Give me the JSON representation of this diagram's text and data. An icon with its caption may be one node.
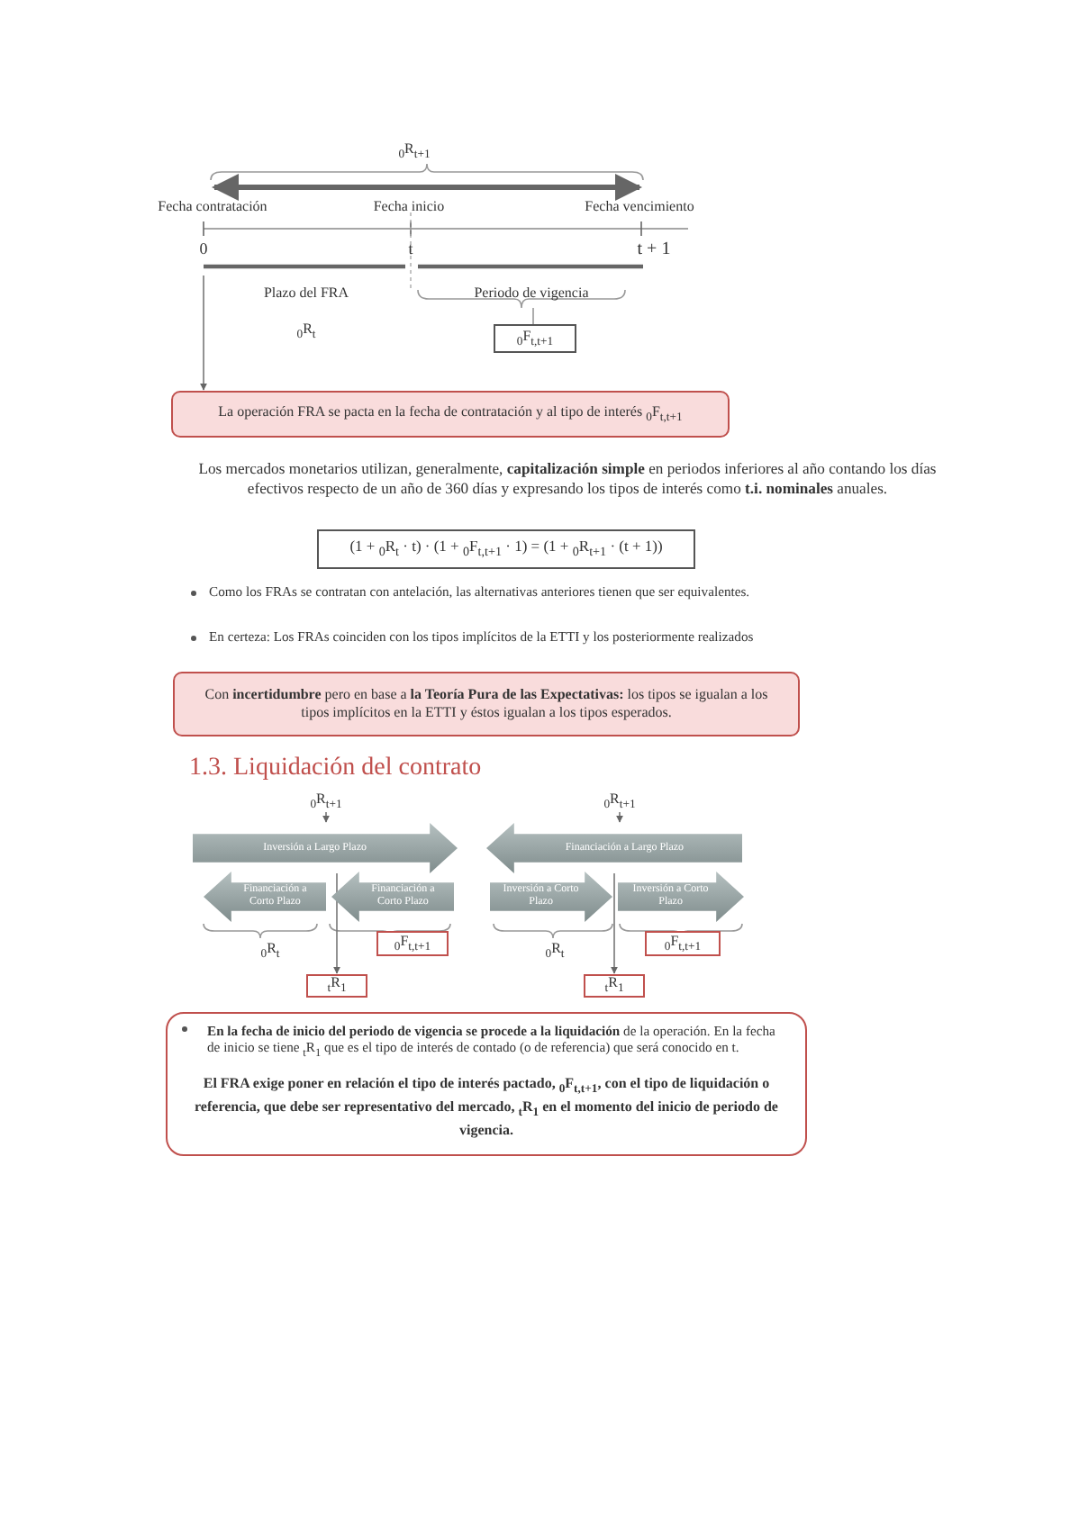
{
  "diagram": {
    "nodes": [
      {
        "text": [
          "$_{0}$F$_{t,t+1}$"
        ]
      },
      {
        "text": [
          "La operación FRA se pacta en la fecha de contratación y al tipo de interés $_{0}$F$_{t,t+1}$"
        ]
      },
      {
        "text": [
          "(1 + $_{0}$R$_{t}$ · t) · (1 + $_{0}$F$_{t,t+1}$ · 1) = (1 + $_{0}$R$_{t+1}$ · (t + 1))"
        ]
      },
      {
        "text": [
          "Con **incertidumbre** pero en base a **la Teoría Pura de las Expectativas:** los tipos se igualan a los tipos implícitos en la ETTI y éstos igualan a los tipos esperados."
        ]
      },
      {
        "text": [
          "$_{0}$R$_{t+1}$"
        ]
      },
      {
        "text": [
          "Inversión a Largo Plazo"
        ]
      },
      {
        "text": [
          "Financiación a Corto Plazo"
        ]
      },
      {
        "text": [
          "Financiación a Corto Plazo"
        ]
      },
      {
        "text": [
          "$_{0}$F$_{t,t+1}$"
        ]
      },
      {
        "text": [
          "$_{t}$R$_{1}$"
        ]
      },
      {
        "text": [
          "$_{0}$R$_{t+1}$"
        ]
      },
      {
        "text": [
          "Financiación a Largo Plazo"
        ]
      },
      {
        "text": [
          "Inversión a Corto Plazo"
        ]
      },
      {
        "text": [
          "Inversión a Corto Plazo"
        ]
      },
      {
        "text": [
          "$_{0}$F$_{t,t+1}$"
        ]
      },
      {
        "text": [
          "$_{t}$R$_{1}$"
        ]
      },
      {
        "text": [
          "**En la fecha de inicio del periodo de vigencia se procede a la liquidación** de la operación. En la fecha de inicio se tiene $_{t}$R$_{1}$ que es el tipo de interés de contado (o de referencia) que será conocido en t.",
          "El FRA exige poner en relación el tipo de interés pactado, $_{0}$F$_{t,t+1}$, con el tipo de liquidación o referencia, que debe ser representativo del mercado, $_{t}$R$_{1}$ en el momento del inicio de periodo de vigencia."
        ]
      }
    ],
    "edges": [
      {
        "from": null,
        "to": 1,
        "arrow": "to"
      },
      {
        "from": 4,
        "to": 5,
        "arrow": "to"
      },
      {
        "from": 5,
        "to": 9,
        "arrow": "to"
      },
      {
        "from": 10,
        "to": 11,
        "arrow": "to"
      },
      {
        "from": 11,
        "to": 15,
        "arrow": "to"
      }
    ],
    "labels": [
      "$_{0}$R$_{t+1}$",
      "Fecha contratación",
      "Fecha inicio",
      "Fecha vencimiento",
      "0",
      "t",
      "t + 1",
      "Plazo del FRA",
      "$_{0}$R$_{t}$",
      "Periodo de vigencia",
      "Los mercados monetarios utilizan, generalmente, **capitalización simple** en periodos inferiores al año contando los días efectivos respecto de un año de 360 días y expresando los tipos de interés como **t.i. nominales** anuales.",
      "Como los FRAs se contratan con antelación, las alternativas anteriores tienen que ser equivalentes.",
      "En certeza: Los FRAs coinciden con los tipos implícitos de la ETTI y los posteriormente realizados",
      "1.3. Liquidación del contrato",
      "$_{0}$R$_{t}$",
      "$_{0}$R$_{t}$"
    ]
  }
}
